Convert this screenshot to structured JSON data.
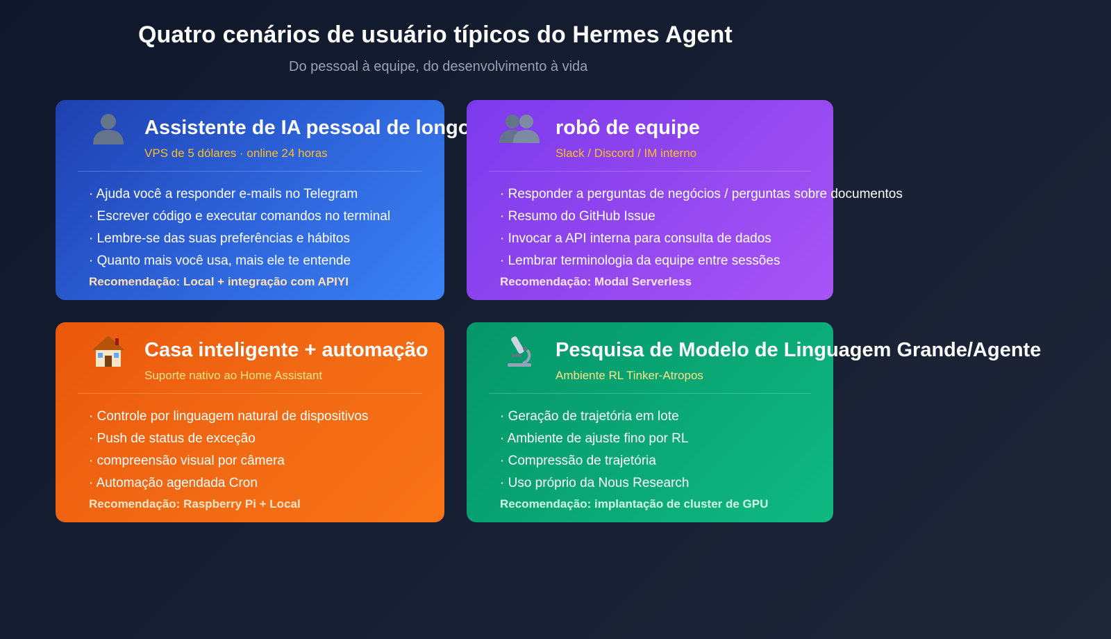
{
  "header": {
    "title": "Quatro cenários de usuário típicos do Hermes Agent",
    "subtitle": "Do pessoal à equipe, do desenvolvimento à vida"
  },
  "cards": [
    {
      "icon": "person-silhouette-icon",
      "title": "Assistente de IA pessoal de longo",
      "tag": "VPS de 5 dólares · online 24 horas",
      "items": [
        "· Ajuda você a responder e-mails no Telegram",
        "· Escrever código e executar comandos no terminal",
        "· Lembre-se das suas preferências e hábitos",
        "· Quanto mais você usa, mais ele te entende"
      ],
      "recommendation": "Recomendação: Local + integração com APIYI"
    },
    {
      "icon": "people-silhouette-icon",
      "title": "robô de equipe",
      "tag": "Slack / Discord / IM interno",
      "items": [
        "· Responder a perguntas de negócios / perguntas sobre documentos",
        "· Resumo do GitHub Issue",
        "· Invocar a API interna para consulta de dados",
        "· Lembrar terminologia da equipe entre sessões"
      ],
      "recommendation": "Recomendação: Modal Serverless"
    },
    {
      "icon": "house-icon",
      "title": "Casa inteligente + automação",
      "tag": "Suporte nativo ao Home Assistant",
      "items": [
        "· Controle por linguagem natural de dispositivos",
        "· Push de status de exceção",
        "· compreensão visual por câmera",
        "· Automação agendada Cron"
      ],
      "recommendation": "Recomendação: Raspberry Pi + Local"
    },
    {
      "icon": "microscope-icon",
      "title": "Pesquisa de Modelo de Linguagem Grande/Agente",
      "tag": "Ambiente RL Tinker-Atropos",
      "items": [
        "· Geração de trajetória em lote",
        "· Ambiente de ajuste fino por RL",
        "· Compressão de trajetória",
        "· Uso próprio da Nous Research"
      ],
      "recommendation": "Recomendação: implantação de cluster de GPU"
    }
  ]
}
